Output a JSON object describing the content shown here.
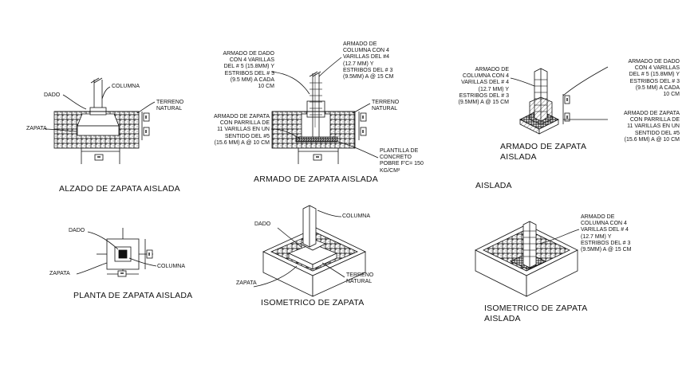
{
  "drawings": {
    "alzado": {
      "title": "ALZADO DE ZAPATA AISLADA",
      "labels": {
        "dado": "DADO",
        "columna": "COLUMNA",
        "terreno": "TERRENO\nNATURAL",
        "zapata": "ZAPATA"
      }
    },
    "armado": {
      "title": "ARMADO DE ZAPATA AISLADA",
      "labels": {
        "dado_note": "ARMADO DE DADO\nCON 4 VARILLAS\nDEL # 5 (15.8MM) Y\nESTRIBOS DEL # 3\n(9.5 MM) A CADA\n10 CM",
        "columna_note": "ARMADO DE\nCOLUMNA CON 4\nVARILLAS DEL #4\n(12.7 MM) Y\nESTRIBOS DEL # 3\n(9.5MM) A @ 15 CM",
        "zapata_note": "ARMADO DE ZAPATA\nCON PARRILLA DE\n11 VARILLAS EN UN\nSENTIDO DEL #5\n(15.6 MM) A @ 10 CM",
        "terreno": "TERRENO\nNATURAL",
        "plantilla": "PLANTILLA DE\nCONCRETO\nPOBRE F'C= 150\nKG/CM²"
      }
    },
    "armado_iso": {
      "title": "ARMADO DE ZAPATA\nAISLADA",
      "subtitle": "AISLADA",
      "labels": {
        "columna_note": "ARMADO DE\nCOLUMNA CON 4\nVARILLAS DEL # 4\n(12.7 MM) Y\nESTRIBOS DEL # 3\n(9.5MM) A @ 15 CM",
        "dado_note": "ARMADO DE DADO\nCON 4 VARILLAS\nDEL # 5 (15.8MM) Y\nESTRIBOS DEL # 3\n(9.5 MM) A CADA\n10 CM",
        "zapata_note": "ARMADO DE ZAPATA\nCON PARRILLA DE\n11 VARILLAS EN UN\nSENTIDO DEL #5\n(15.6 MM) A @ 10 CM"
      }
    },
    "planta": {
      "title": "PLANTA DE ZAPATA AISLADA",
      "labels": {
        "dado": "DADO",
        "zapata": "ZAPATA",
        "columna": "COLUMNA"
      }
    },
    "isometrico": {
      "title": "ISOMETRICO DE ZAPATA",
      "labels": {
        "columna": "COLUMNA",
        "dado": "DADO",
        "zapata": "ZAPATA",
        "terreno": "TERRENO\nNATURAL"
      }
    },
    "isometrico_armado": {
      "title": "ISOMETRICO DE ZAPATA\nAISLADA",
      "labels": {
        "columna_note": "ARMADO DE\nCOLUMNA CON 4\nVARILLAS DEL # 4\n(12.7 MM) Y\nESTRIBOS DEL # 3\n(9.5MM) A @ 15 CM"
      }
    }
  }
}
